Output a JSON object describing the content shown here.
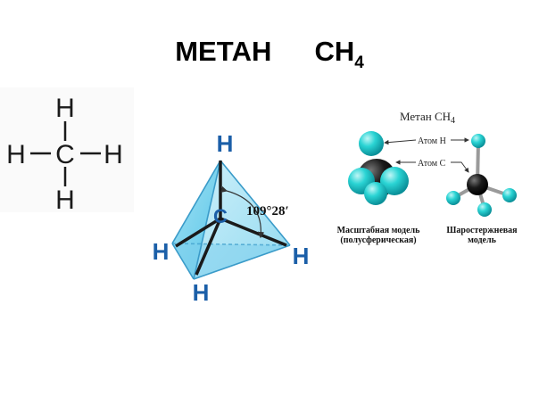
{
  "title": {
    "name": "МЕТАН",
    "formula_main": "CH",
    "formula_sub": "4"
  },
  "structural_formula": {
    "central_atom": "C",
    "ligands": [
      "H",
      "H",
      "H",
      "H"
    ]
  },
  "tetrahedron": {
    "central_atom": "C",
    "vertices": [
      "H",
      "H",
      "H",
      "H"
    ],
    "angle_label": "109°28′"
  },
  "models_panel": {
    "title_main": "Метан  CH",
    "title_sub": "4",
    "atom_h_label": "Атом H",
    "atom_c_label": "Атом C",
    "space_filling_caption_1": "Масштабная модель",
    "space_filling_caption_2": "(полусферическая)",
    "ball_stick_caption_1": "Шаростержневая",
    "ball_stick_caption_2": "модель",
    "colors": {
      "hydrogen": "#2ad4d4",
      "carbon": "#111111"
    }
  }
}
